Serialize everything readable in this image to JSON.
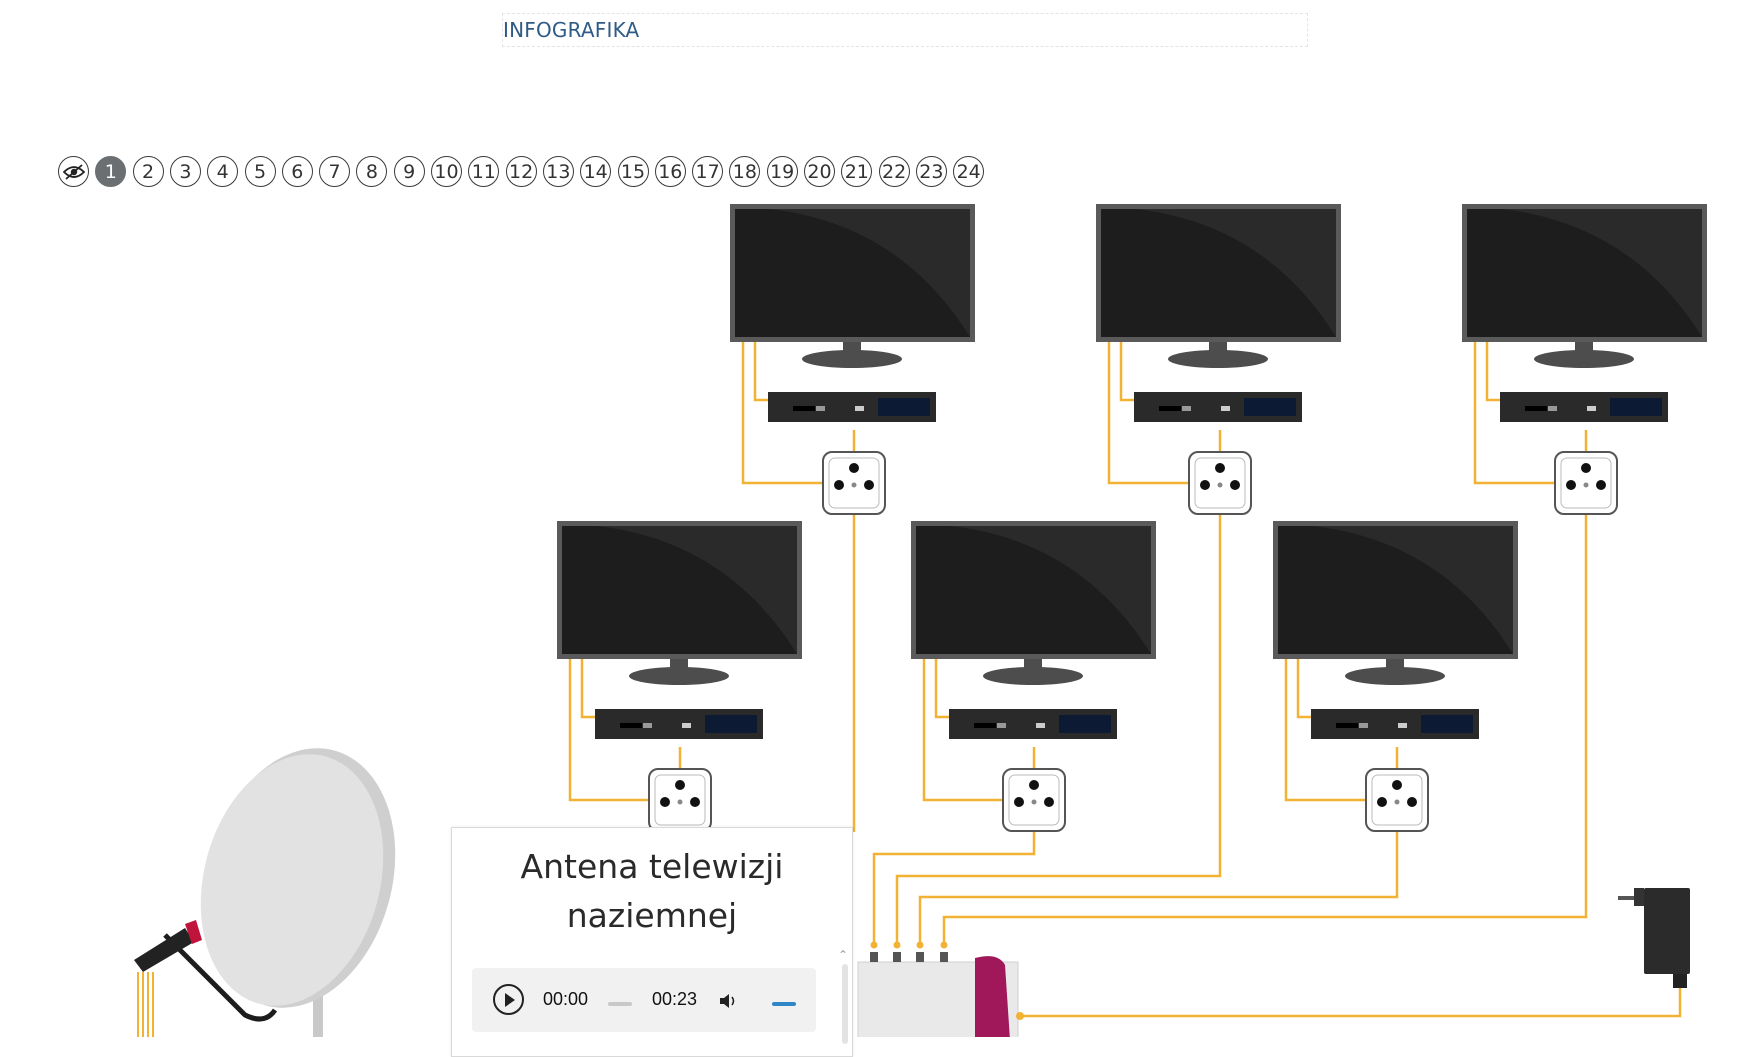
{
  "header": {
    "title": "INFOGRAFIKA"
  },
  "pagination": {
    "active": "1",
    "pages": [
      "1",
      "2",
      "3",
      "4",
      "5",
      "6",
      "7",
      "8",
      "9",
      "10",
      "11",
      "12",
      "13",
      "14",
      "15",
      "16",
      "17",
      "18",
      "19",
      "20",
      "21",
      "22",
      "23",
      "24"
    ]
  },
  "popup": {
    "title_line1": "Antena telewizji",
    "title_line2": "naziemnej",
    "audio": {
      "current_time": "00:00",
      "duration": "00:23"
    }
  },
  "colors": {
    "cable": "#f2b233",
    "tv_frame": "#5a5a5a",
    "tv_screen": "#1d1d1d",
    "receiver": "#2a2a2a",
    "socket_border": "#555555",
    "dish": "#e2e2e2",
    "multiswitch_accent": "#a0175a",
    "link": "#2f5b86"
  },
  "icons": {
    "visibility": "eye-off-icon",
    "play": "play-icon",
    "volume": "volume-icon"
  }
}
